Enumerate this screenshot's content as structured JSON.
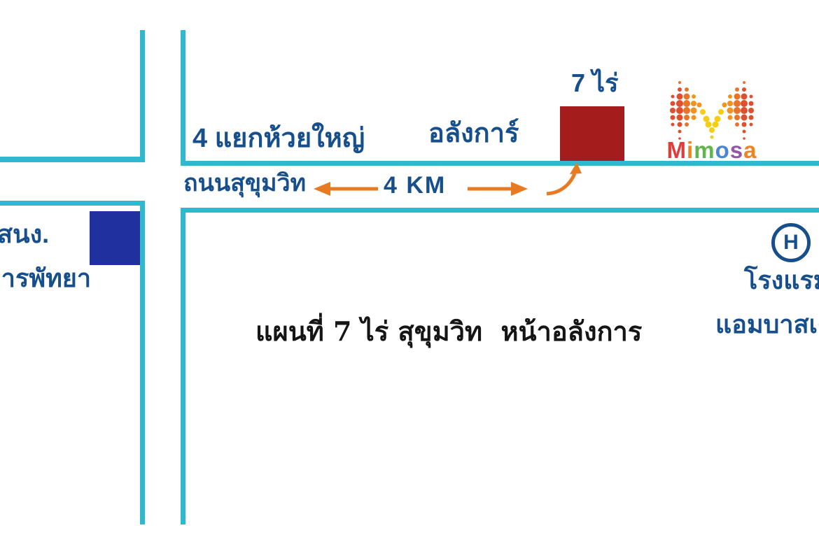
{
  "colors": {
    "road-cyan": "#2fb8ce",
    "label-blue": "#174f8c",
    "marker-red": "#a41d1c",
    "marker-blue": "#21309f",
    "arrow-orange": "#e87b22",
    "caption-black": "#151515",
    "mimosa-red": "#dd4f2e",
    "mimosa-orange": "#e8742a",
    "mimosa-amber": "#f0931f",
    "mimosa-yellow": "#f6cd12"
  },
  "labels": {
    "intersection": "4 แยกห้วยใหญ่",
    "alangkarn": "อลังการ์",
    "seven_rai": "7 ไร่",
    "road": "ถนนสุขุมวิท",
    "distance": "4 KM",
    "office_line1": "สนง.",
    "office_line2": "การพัทยา",
    "hotel_symbol": "H",
    "hotel_line1": "โรงแรม",
    "hotel_line2": "แอมบาสเดอร์",
    "caption": "แผนที่ 7 ไร่ สุขุมวิท  หน้าอลังการ"
  },
  "mimosa": {
    "letters": [
      {
        "char": "M",
        "color": "#e03c3c"
      },
      {
        "char": "i",
        "color": "#f08222"
      },
      {
        "char": "m",
        "color": "#62b54a"
      },
      {
        "char": "o",
        "color": "#4a86d2"
      },
      {
        "char": "s",
        "color": "#9457a8"
      },
      {
        "char": "a",
        "color": "#f08222"
      }
    ]
  },
  "icons": {
    "left_arrow": "left-arrow-icon",
    "right_arrow": "right-arrow-icon",
    "curved_arrow": "curved-arrow-icon",
    "hotel_marker": "hotel-marker-icon",
    "mimosa_dot_m": "mimosa-dot-m-icon"
  }
}
